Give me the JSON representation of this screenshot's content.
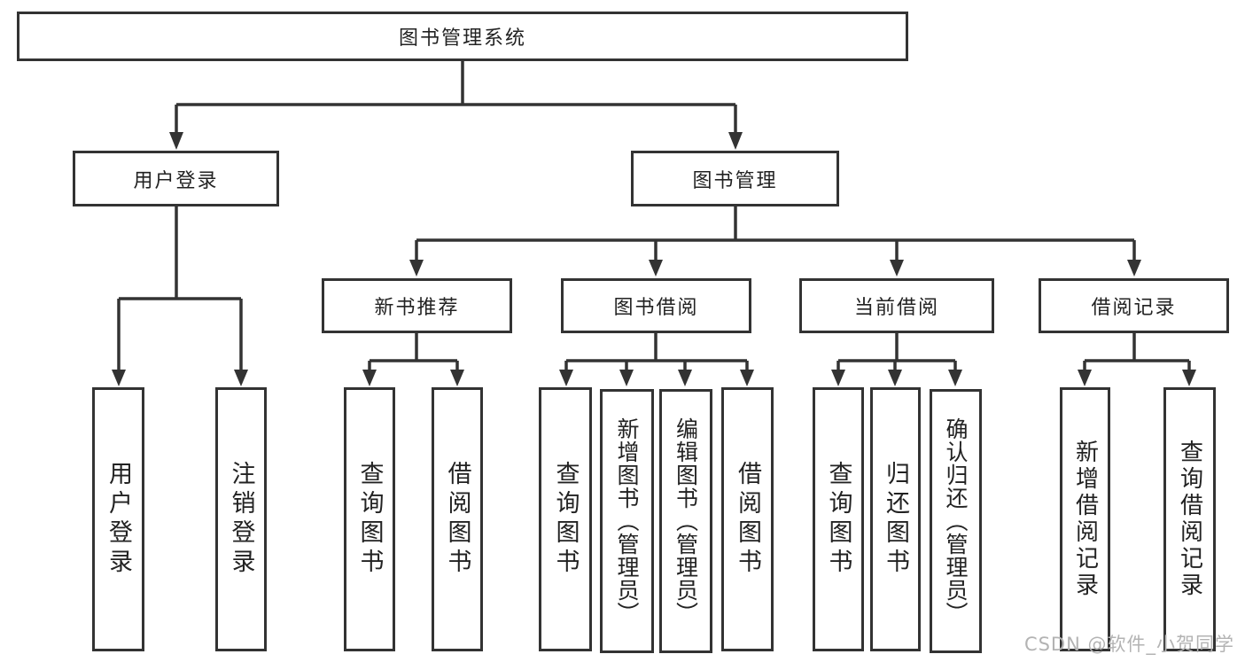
{
  "diagram": {
    "root": {
      "label": "图书管理系统"
    },
    "level2": [
      {
        "label": "用户登录"
      },
      {
        "label": "图书管理"
      }
    ],
    "level3": [
      {
        "label": "新书推荐"
      },
      {
        "label": "图书借阅"
      },
      {
        "label": "当前借阅"
      },
      {
        "label": "借阅记录"
      }
    ],
    "leaves": [
      {
        "label": "用户登录"
      },
      {
        "label": "注销登录"
      },
      {
        "label": "查询图书"
      },
      {
        "label": "借阅图书"
      },
      {
        "label": "查询图书"
      },
      {
        "label": "新增图书（管理员）"
      },
      {
        "label": "编辑图书（管理员）"
      },
      {
        "label": "借阅图书"
      },
      {
        "label": "查询图书"
      },
      {
        "label": "归还图书"
      },
      {
        "label": "确认归还（管理员）"
      },
      {
        "label": "新增借阅记录"
      },
      {
        "label": "查询借阅记录"
      }
    ],
    "watermark": "CSDN @软件_小贺同学",
    "colors": {
      "line": "#333333",
      "text": "#222222",
      "watermark": "#b3b3b3",
      "background": "#ffffff"
    }
  }
}
